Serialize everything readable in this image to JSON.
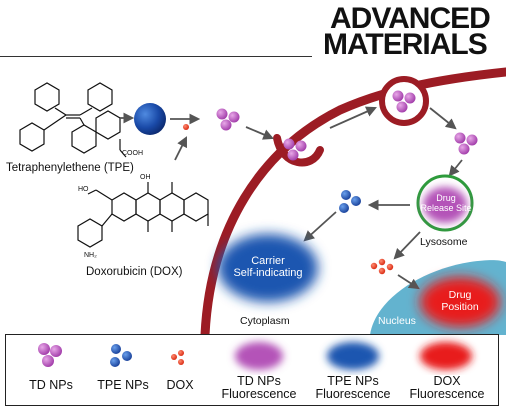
{
  "header": {
    "brand_line1": "ADVANCED",
    "brand_line2": "MATERIALS"
  },
  "molecules": {
    "tpe_label": "Tetraphenylethene (TPE)",
    "tpe_cooh": "COOH",
    "dox_label": "Doxorubicin (DOX)",
    "dox_oh": "OH",
    "dox_ho": "HO",
    "dox_nh2": "NH₂"
  },
  "cell": {
    "drug_release_site": "Drug\nRelease Site",
    "lysosome": "Lysosome",
    "carrier": "Carrier\nSelf-indicating",
    "cytoplasm": "Cytoplasm",
    "nucleus": "Nucleus",
    "drug_position": "Drug\nPosition"
  },
  "legend": {
    "items": [
      {
        "label": "TD NPs"
      },
      {
        "label": "TPE NPs"
      },
      {
        "label": "DOX"
      },
      {
        "label": "TD NPs\nFluorescence"
      },
      {
        "label": "TPE NPs\nFluorescence"
      },
      {
        "label": "DOX\nFluorescence"
      }
    ]
  },
  "colors": {
    "membrane": "#9c1c24",
    "td_np": "#b452b8",
    "tpe_np": "#1e56b0",
    "dox": "#e03a20",
    "lysosome_ring": "#2e9b3c",
    "nucleus": "#63b3cf"
  }
}
